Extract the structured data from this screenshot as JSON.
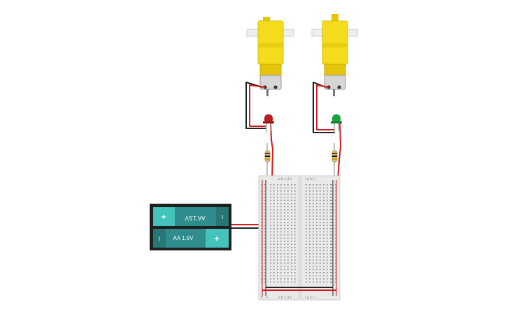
{
  "battery_pack": {
    "cells": [
      {
        "label": "AA 1.5V",
        "plus": "+",
        "minus": "I",
        "flipped": true
      },
      {
        "label": "AA 1.5V",
        "plus": "+",
        "minus": "I",
        "flipped": false
      }
    ]
  },
  "breadboard": {
    "row_letters_left": "a b c d e",
    "row_letters_right": "f g h i j",
    "rail_plus": "+",
    "rail_minus": "−"
  },
  "components": {
    "leds": [
      {
        "color": "red"
      },
      {
        "color": "green"
      }
    ],
    "motors": 2,
    "resistors": 2
  },
  "colors": {
    "motor_yellow": "#f4dc1c",
    "battery_teal": "#2f8d8d",
    "battery_accent": "#43c3bb",
    "wire_red": "#d11a1a",
    "wire_black": "#222222",
    "breadboard": "#e9e9e9",
    "led_red": "#b52020",
    "led_green": "#19a33a"
  }
}
